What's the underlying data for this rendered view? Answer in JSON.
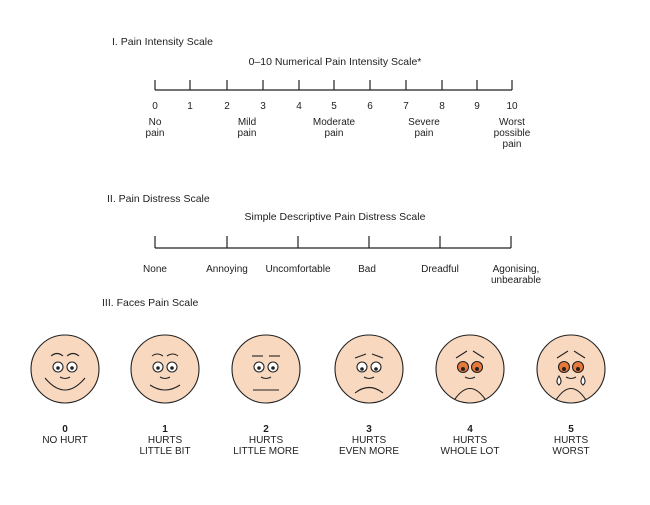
{
  "intensity": {
    "heading": "I. Pain Intensity Scale",
    "scale_title": "0–10 Numerical Pain Intensity Scale*",
    "numbers": [
      "0",
      "1",
      "2",
      "3",
      "4",
      "5",
      "6",
      "7",
      "8",
      "9",
      "10"
    ],
    "anchors": [
      {
        "line1": "No",
        "line2": "pain",
        "line3": ""
      },
      {
        "line1": "Mild",
        "line2": "pain",
        "line3": ""
      },
      {
        "line1": "Moderate",
        "line2": "pain",
        "line3": ""
      },
      {
        "line1": "Severe",
        "line2": "pain",
        "line3": ""
      },
      {
        "line1": "Worst",
        "line2": "possible",
        "line3": "pain"
      }
    ]
  },
  "distress": {
    "heading": "II. Pain Distress Scale",
    "scale_title": "Simple Descriptive Pain Distress Scale",
    "labels": [
      {
        "line1": "None",
        "line2": ""
      },
      {
        "line1": "Annoying",
        "line2": ""
      },
      {
        "line1": "Uncomfortable",
        "line2": ""
      },
      {
        "line1": "Bad",
        "line2": ""
      },
      {
        "line1": "Dreadful",
        "line2": ""
      },
      {
        "line1": "Agonising,",
        "line2": "unbearable"
      }
    ]
  },
  "faces": {
    "heading": "III. Faces Pain Scale",
    "skin_color": "#f9d8c0",
    "eye_red_color": "#e8793a",
    "items": [
      {
        "num": "0",
        "line1": "NO HURT",
        "line2": ""
      },
      {
        "num": "1",
        "line1": "HURTS",
        "line2": "LITTLE BIT"
      },
      {
        "num": "2",
        "line1": "HURTS",
        "line2": "LITTLE MORE"
      },
      {
        "num": "3",
        "line1": "HURTS",
        "line2": "EVEN MORE"
      },
      {
        "num": "4",
        "line1": "HURTS",
        "line2": "WHOLE LOT"
      },
      {
        "num": "5",
        "line1": "HURTS",
        "line2": "WORST"
      }
    ]
  }
}
